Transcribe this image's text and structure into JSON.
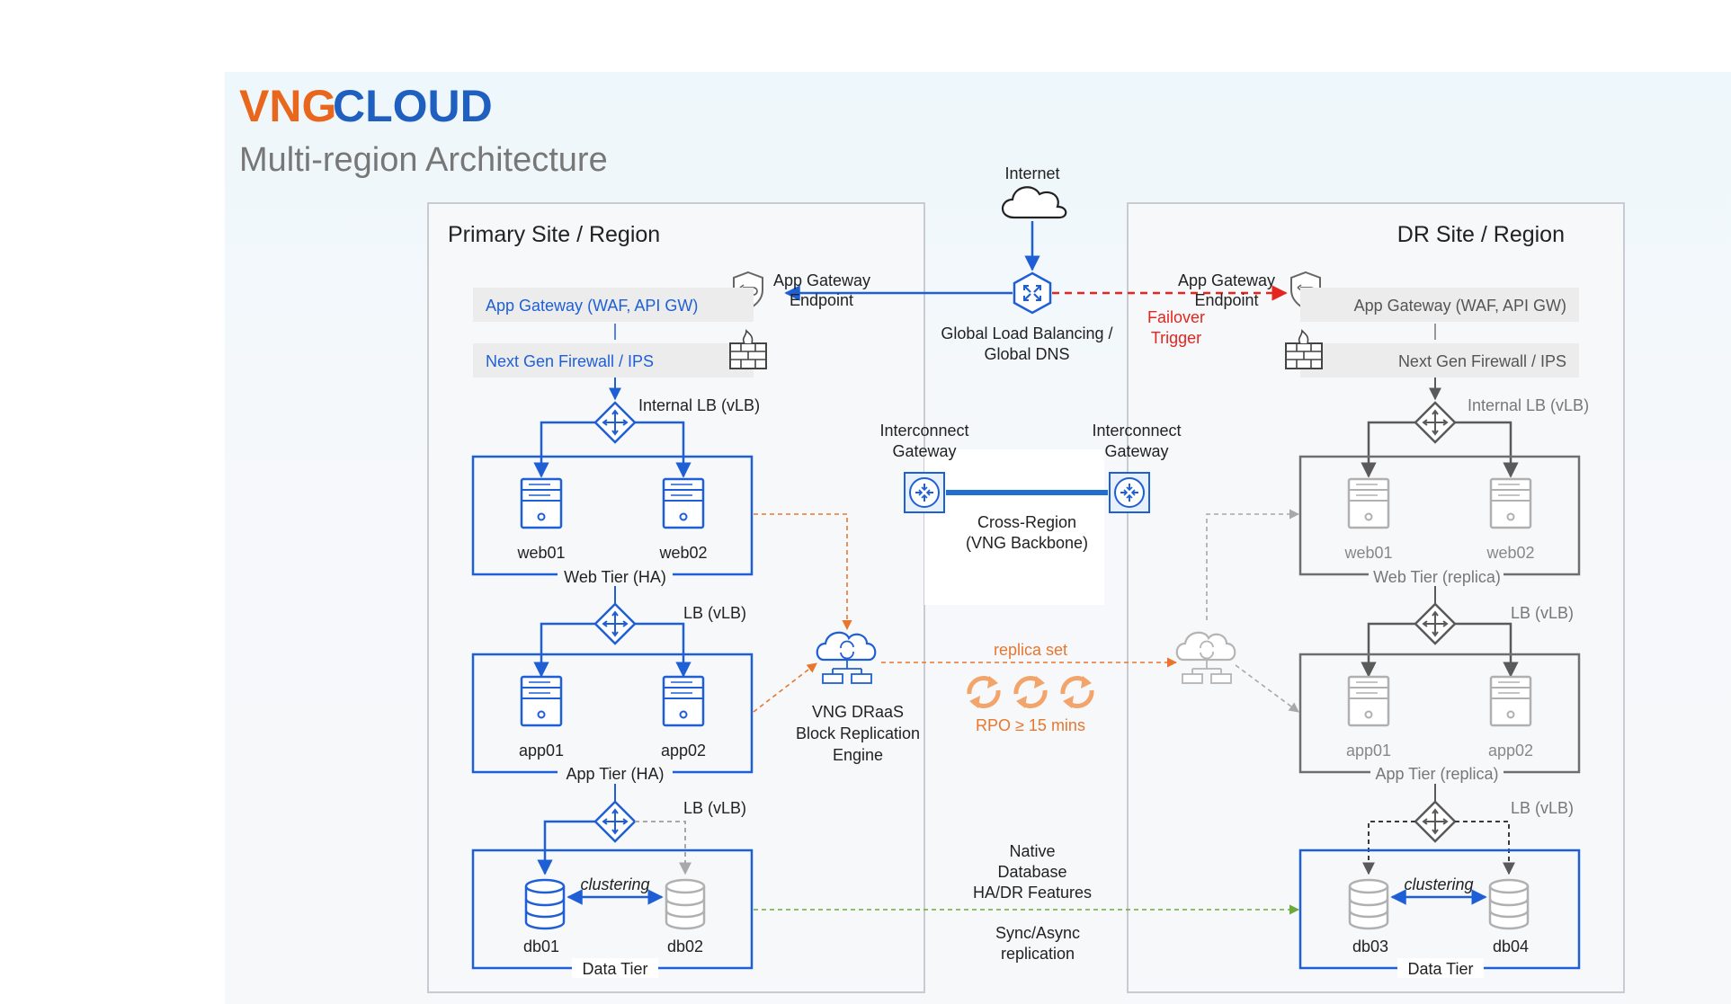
{
  "brand": {
    "logo_text_vng": "VNG",
    "logo_text_cloud": "CLOUD",
    "subtitle": "Multi-region Architecture",
    "vng_color": "#e8671c",
    "cloud_color": "#1f5fbf"
  },
  "colors": {
    "blue": "#1f5fd6",
    "gray": "#6e6e6e",
    "orange": "#e8762d",
    "red": "#e3261f",
    "green": "#6aaa3a",
    "band": "#ececec"
  },
  "internet": {
    "label": "Internet"
  },
  "glb": {
    "label_line1": "Global Load Balancing /",
    "label_line2": "Global DNS"
  },
  "primary": {
    "title": "Primary Site / Region",
    "endpoint_line1": "App Gateway",
    "endpoint_line2": "Endpoint",
    "app_gateway": "App Gateway (WAF, API GW)",
    "firewall": "Next Gen Firewall / IPS",
    "internal_lb": "Internal LB (vLB)",
    "web": {
      "nodes": [
        "web01",
        "web02"
      ],
      "tier_label": "Web Tier (HA)"
    },
    "lb2": "LB (vLB)",
    "app": {
      "nodes": [
        "app01",
        "app02"
      ],
      "tier_label": "App Tier (HA)"
    },
    "lb3": "LB (vLB)",
    "db": {
      "nodes": [
        "db01",
        "db02"
      ],
      "clustering": "clustering",
      "tier_label": "Data Tier"
    }
  },
  "dr": {
    "title": "DR Site / Region",
    "endpoint_line1": "App Gateway",
    "endpoint_line2": "Endpoint",
    "failover_line1": "Failover",
    "failover_line2": "Trigger",
    "app_gateway": "App Gateway (WAF, API GW)",
    "firewall": "Next Gen Firewall / IPS",
    "internal_lb": "Internal LB (vLB)",
    "web": {
      "nodes": [
        "web01",
        "web02"
      ],
      "tier_label": "Web Tier (replica)"
    },
    "lb2": "LB (vLB)",
    "app": {
      "nodes": [
        "app01",
        "app02"
      ],
      "tier_label": "App Tier (replica)"
    },
    "lb3": "LB (vLB)",
    "db": {
      "nodes": [
        "db03",
        "db04"
      ],
      "clustering": "clustering",
      "tier_label": "Data Tier"
    }
  },
  "interconnect": {
    "left_line1": "Interconnect",
    "left_line2": "Gateway",
    "right_line1": "Interconnect",
    "right_line2": "Gateway",
    "cross_line1": "Cross-Region",
    "cross_line2": "(VNG Backbone)"
  },
  "draas": {
    "line1": "VNG DRaaS",
    "line2": "Block Replication",
    "line3": "Engine",
    "replica": "replica set",
    "rpo": "RPO ≥ 15 mins"
  },
  "native_db": {
    "line1": "Native",
    "line2": "Database",
    "line3": "HA/DR Features",
    "sync_line1": "Sync/Async",
    "sync_line2": "replication"
  }
}
